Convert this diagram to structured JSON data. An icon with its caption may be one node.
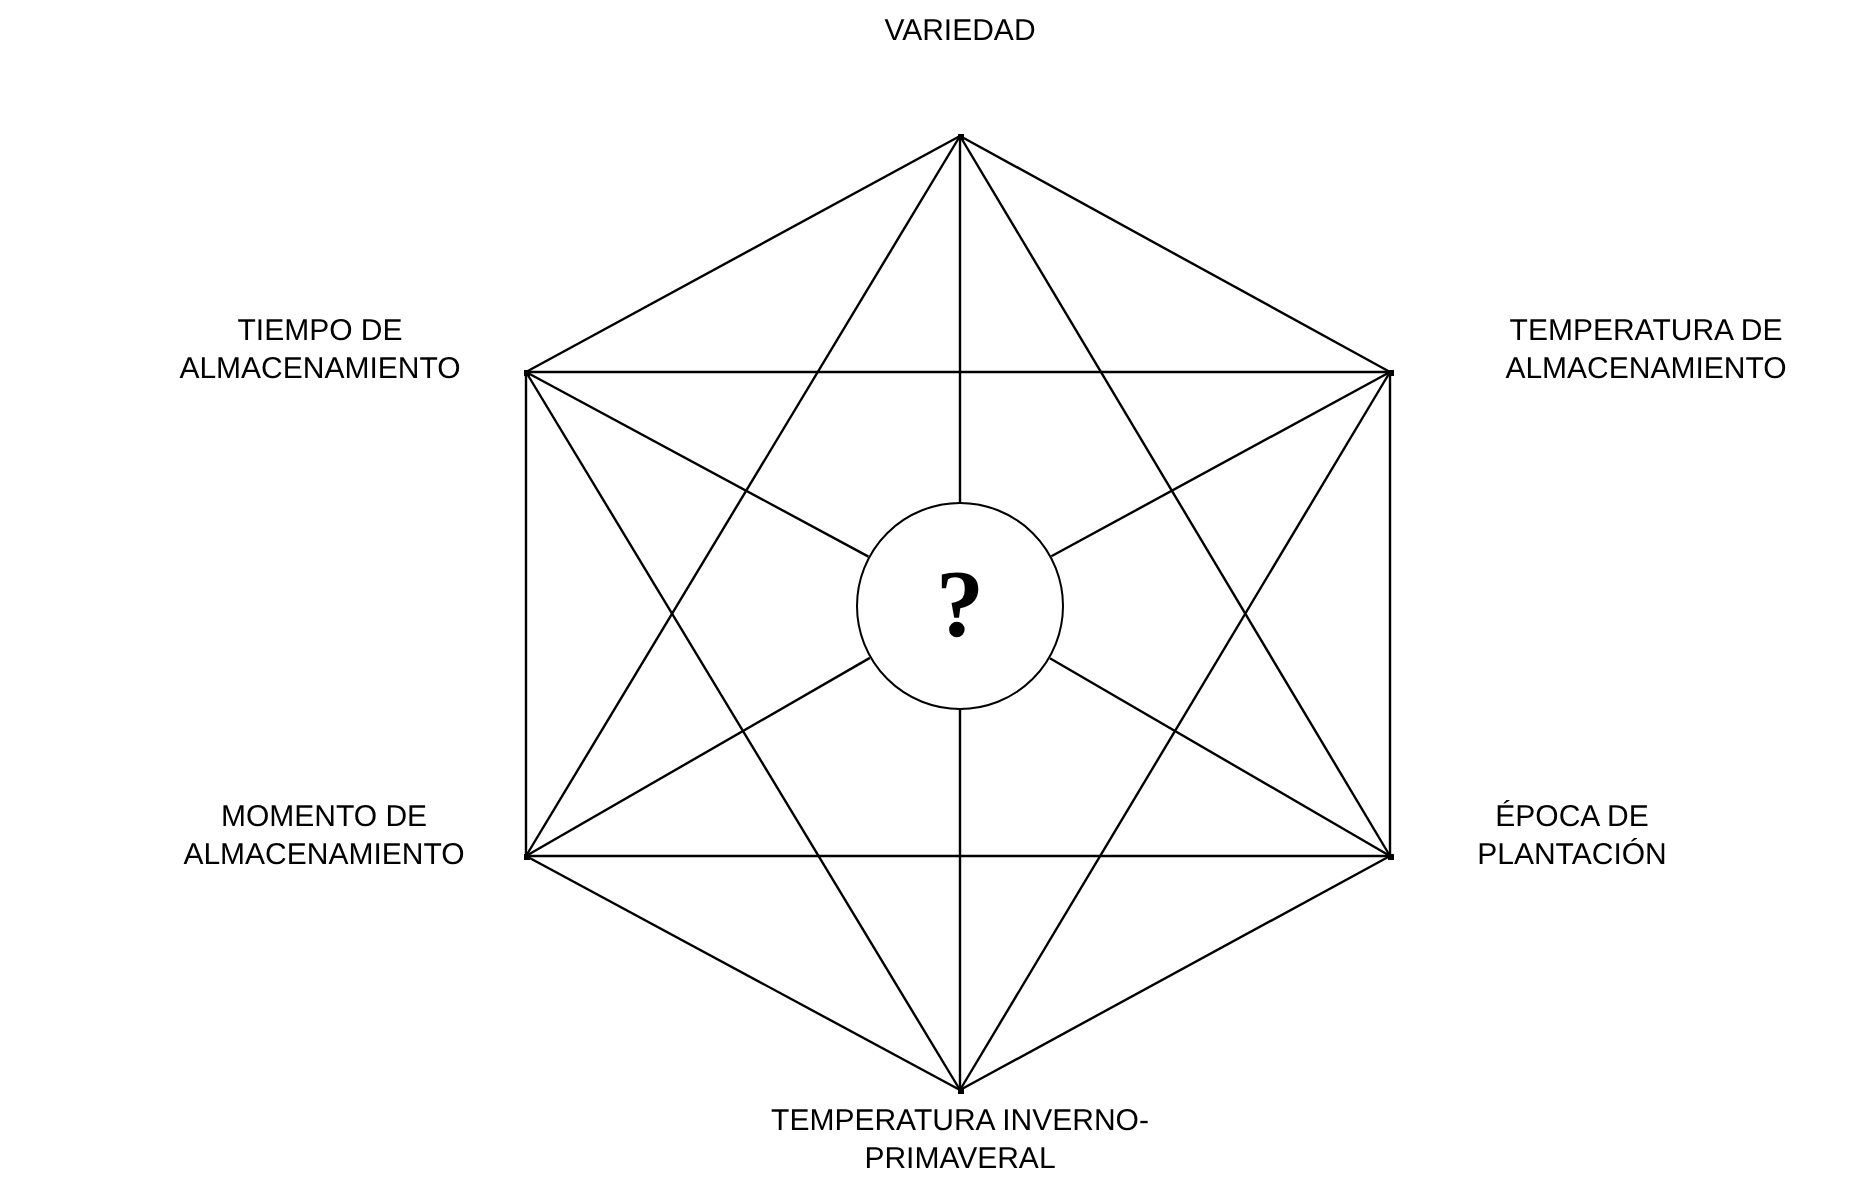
{
  "diagram": {
    "nodes": [
      {
        "text": [],
        "shape": "point",
        "beside": [
          "VARIEDAD"
        ]
      },
      {
        "text": [],
        "shape": "point",
        "beside": [
          "TIEMPO DE ALMACENAMIENTO"
        ]
      },
      {
        "text": [],
        "shape": "point",
        "beside": [
          "TEMPERATURA DE ALMACENAMIENTO"
        ]
      },
      {
        "text": [
          "?"
        ]
      },
      {
        "text": [],
        "shape": "point",
        "beside": [
          "MOMENTO DE ALMACENAMIENTO"
        ]
      },
      {
        "text": [],
        "shape": "point",
        "beside": [
          "ÉPOCA DE PLANTACIÓN"
        ]
      },
      {
        "text": [],
        "shape": "point",
        "beside": [
          "TEMPERATURA INVERNO-PRIMAVERAL"
        ]
      }
    ],
    "edges": [
      {
        "from": 0,
        "to": 1,
        "arrow": "none"
      },
      {
        "from": 0,
        "to": 2,
        "arrow": "none"
      },
      {
        "from": 2,
        "to": 5,
        "arrow": "none"
      },
      {
        "from": 5,
        "to": 6,
        "arrow": "none"
      },
      {
        "from": 6,
        "to": 4,
        "arrow": "none"
      },
      {
        "from": 4,
        "to": 1,
        "arrow": "none"
      },
      {
        "from": 0,
        "to": 4,
        "arrow": "none"
      },
      {
        "from": 0,
        "to": 5,
        "arrow": "none"
      },
      {
        "from": 1,
        "to": 2,
        "arrow": "none"
      },
      {
        "from": 1,
        "to": 6,
        "arrow": "none"
      },
      {
        "from": 2,
        "to": 6,
        "arrow": "none"
      },
      {
        "from": 4,
        "to": 5,
        "arrow": "none"
      },
      {
        "from": 0,
        "to": 3,
        "arrow": "none"
      },
      {
        "from": 1,
        "to": 3,
        "arrow": "none"
      },
      {
        "from": 2,
        "to": 3,
        "arrow": "none"
      },
      {
        "from": 4,
        "to": 3,
        "arrow": "none"
      },
      {
        "from": 5,
        "to": 3,
        "arrow": "none"
      },
      {
        "from": 6,
        "to": 3,
        "arrow": "none"
      }
    ]
  }
}
